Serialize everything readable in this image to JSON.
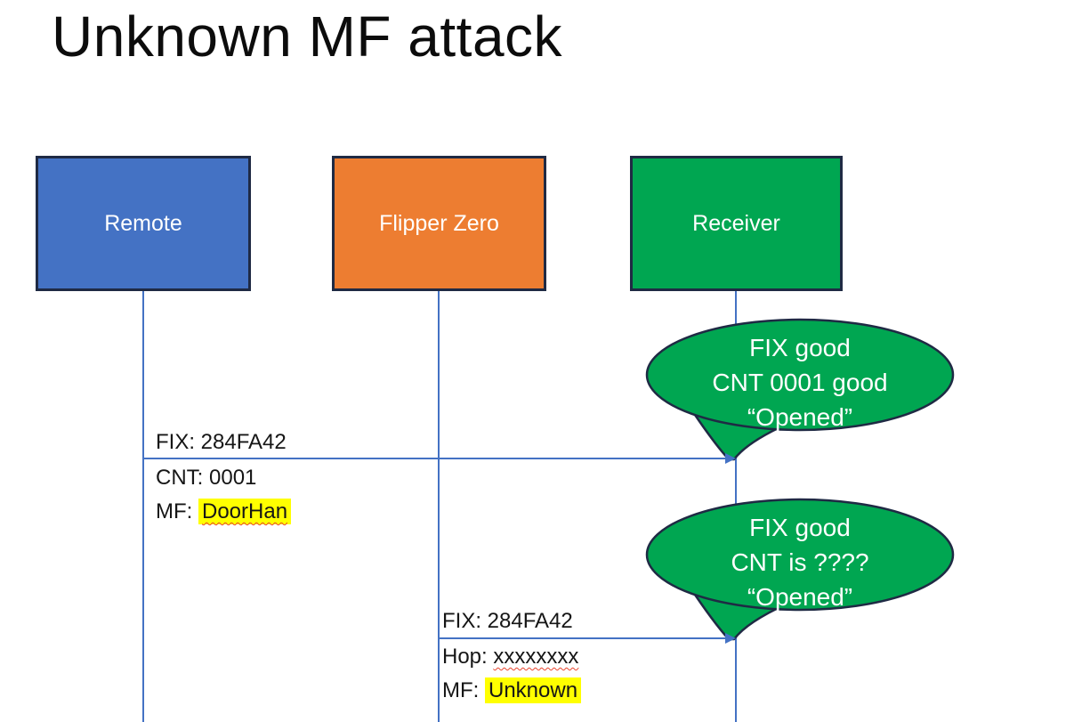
{
  "title": "Unknown MF attack",
  "actors": [
    {
      "name": "Remote"
    },
    {
      "name": "Flipper Zero"
    },
    {
      "name": "Receiver"
    }
  ],
  "messages": [
    {
      "above": "FIX: 284FA42",
      "line2": "CNT: 0001",
      "line3_prefix": "MF: ",
      "line3_value": "DoorHan"
    },
    {
      "above": "FIX: 284FA42",
      "line2_prefix": "Hop: ",
      "line2_value": "xxxxxxxx",
      "line3_prefix": "MF: ",
      "line3_value": "Unknown"
    }
  ],
  "bubbles": [
    {
      "line1": "FIX good",
      "line2": "CNT 0001 good",
      "line3": "“Opened”"
    },
    {
      "line1": "FIX good",
      "line2": "CNT is ????",
      "line3": "“Opened”"
    }
  ],
  "colors": {
    "remote_fill": "#4472c4",
    "flipper_fill": "#ed7d31",
    "receiver_fill": "#00a651",
    "bubble_fill": "#00a651",
    "shape_border": "#1f2a44",
    "connector_blue": "#4472c4",
    "highlight_yellow": "#ffff00",
    "squiggle_red": "#e8442e",
    "text_black": "#161616",
    "label_white": "#ffffff"
  }
}
